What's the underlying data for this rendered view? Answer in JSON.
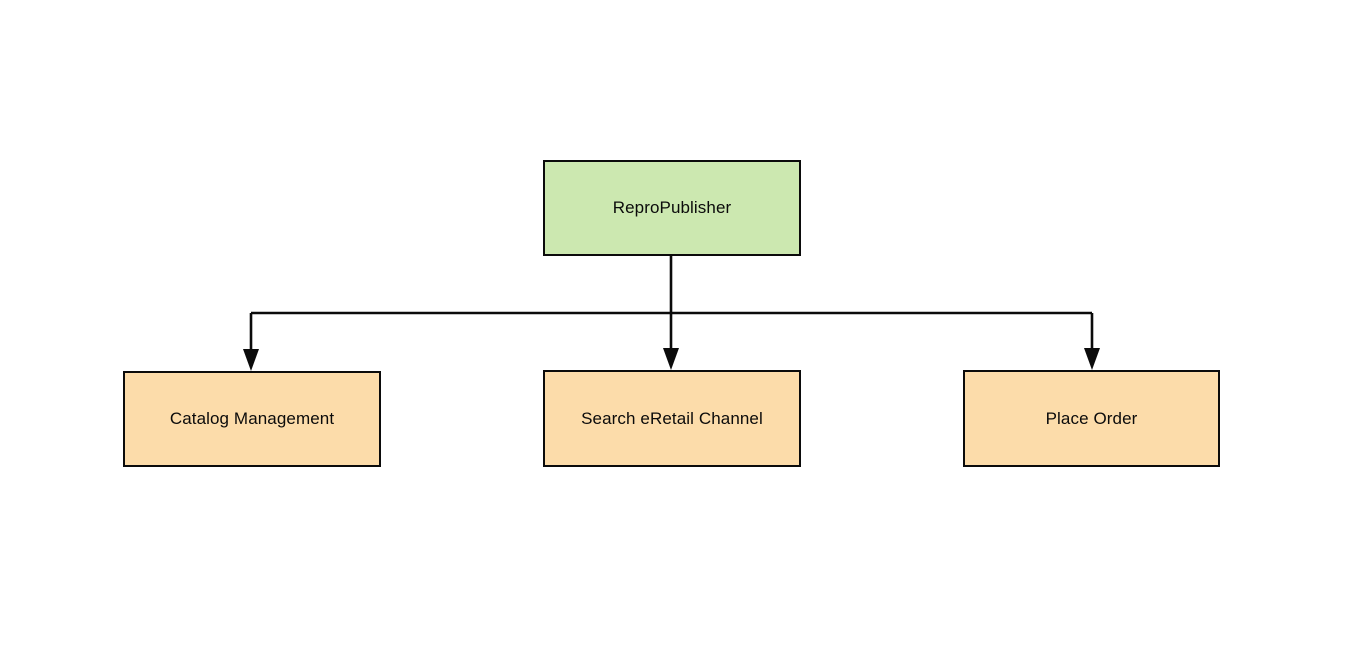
{
  "diagram": {
    "type": "tree-hierarchy",
    "background_color": "#ffffff",
    "edge_color": "#0b0b0b",
    "border_color": "#0b0b0b",
    "text_color": "#0b0b0b",
    "root": {
      "label": "ReproPublisher",
      "fill_color": "#cce8b0"
    },
    "children": [
      {
        "label": "Catalog Management",
        "fill_color": "#fcdcaa"
      },
      {
        "label": "Search eRetail Channel",
        "fill_color": "#fcdcaa"
      },
      {
        "label": "Place Order",
        "fill_color": "#fcdcaa"
      }
    ],
    "edges": [
      {
        "from": "ReproPublisher",
        "to": "Catalog Management",
        "style": "orthogonal-arrow"
      },
      {
        "from": "ReproPublisher",
        "to": "Search eRetail Channel",
        "style": "straight-arrow"
      },
      {
        "from": "ReproPublisher",
        "to": "Place Order",
        "style": "orthogonal-arrow"
      }
    ]
  }
}
